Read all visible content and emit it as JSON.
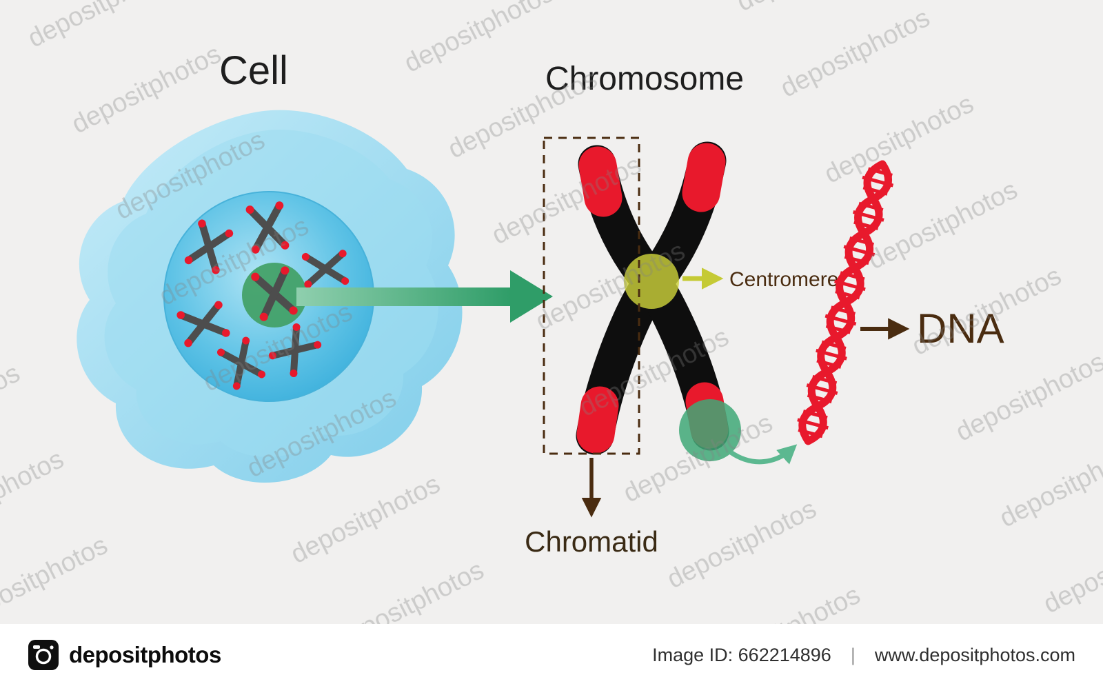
{
  "titles": {
    "cell": "Cell",
    "chromosome": "Chromosome"
  },
  "labels": {
    "centromere": "Centromere",
    "chromatid": "Chromatid",
    "dna": "DNA"
  },
  "watermark": {
    "text": "depositphotos"
  },
  "footer": {
    "brand": "depositphotos",
    "image_id": "Image ID: 662214896",
    "separator": "|",
    "website": "www.depositphotos.com"
  },
  "colors": {
    "background": "#f1f0ef",
    "cell_blue": "#9bd7ee",
    "nucleus_blue": "#55c0e4",
    "nucleolus_green": "#41a065",
    "chromosome_black": "#0e0e0e",
    "telomere_red": "#e8192c",
    "centromere_olive": "#ccd13b",
    "zoom_arrow_green": "#2f9d68",
    "curve_arrow_green": "#5cb890",
    "label_brown": "#4a2c10",
    "dna_red": "#e8192c",
    "footer_background": "#ffffff"
  }
}
